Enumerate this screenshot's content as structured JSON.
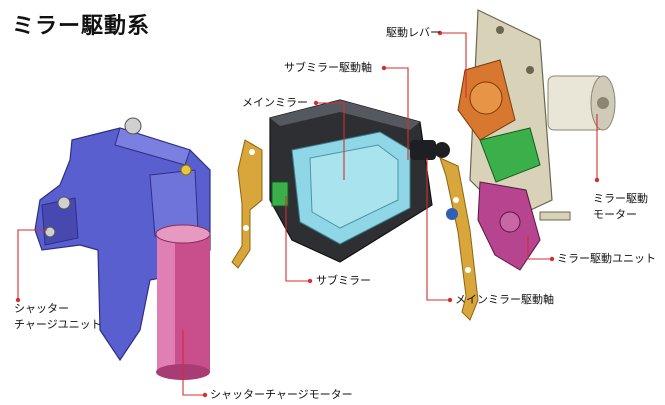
{
  "title": "ミラー駆動系",
  "labels": {
    "drive_lever": "駆動レバー",
    "sub_mirror_shaft": "サブミラー駆動軸",
    "main_mirror": "メインミラー",
    "mirror_motor_line1": "ミラー駆動",
    "mirror_motor_line2": "モーター",
    "mirror_drive_unit": "ミラー駆動ユニット",
    "main_mirror_shaft": "メインミラー駆動軸",
    "sub_mirror": "サブミラー",
    "shutter_charge_unit_line1": "シャッター",
    "shutter_charge_unit_line2": "チャージユニット",
    "shutter_charge_motor": "シャッターチャージモーター"
  },
  "colors": {
    "leader_line": "#d32f2f",
    "shutter_unit": "#5a5fd0",
    "charge_motor": "#d4609a",
    "mirror_glass": "#8fd7e6",
    "mirror_frame": "#2d2f33",
    "lever_gold": "#d8a63a",
    "drive_orange": "#d8772f",
    "drive_green": "#3bb04a",
    "drive_magenta": "#b6448f",
    "plate": "#d8d2b8"
  }
}
